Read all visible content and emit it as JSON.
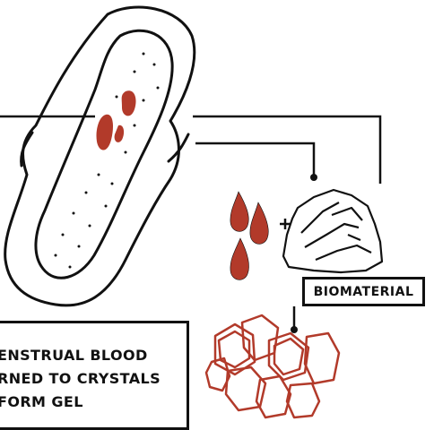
{
  "diagram": {
    "biomaterial_label": "BIOMATERIAL",
    "caption_lines": [
      "ENSTRUAL BLOOD",
      "RNED TO CRYSTALS",
      "FORM GEL"
    ],
    "plus_sign": "+",
    "colors": {
      "ink": "#111111",
      "blood": "#b23a2a",
      "background": "#ffffff"
    },
    "icons": [
      "sanitary-pad-icon",
      "blood-drops-icon",
      "biomaterial-chunk-icon",
      "crystal-cluster-icon"
    ]
  }
}
